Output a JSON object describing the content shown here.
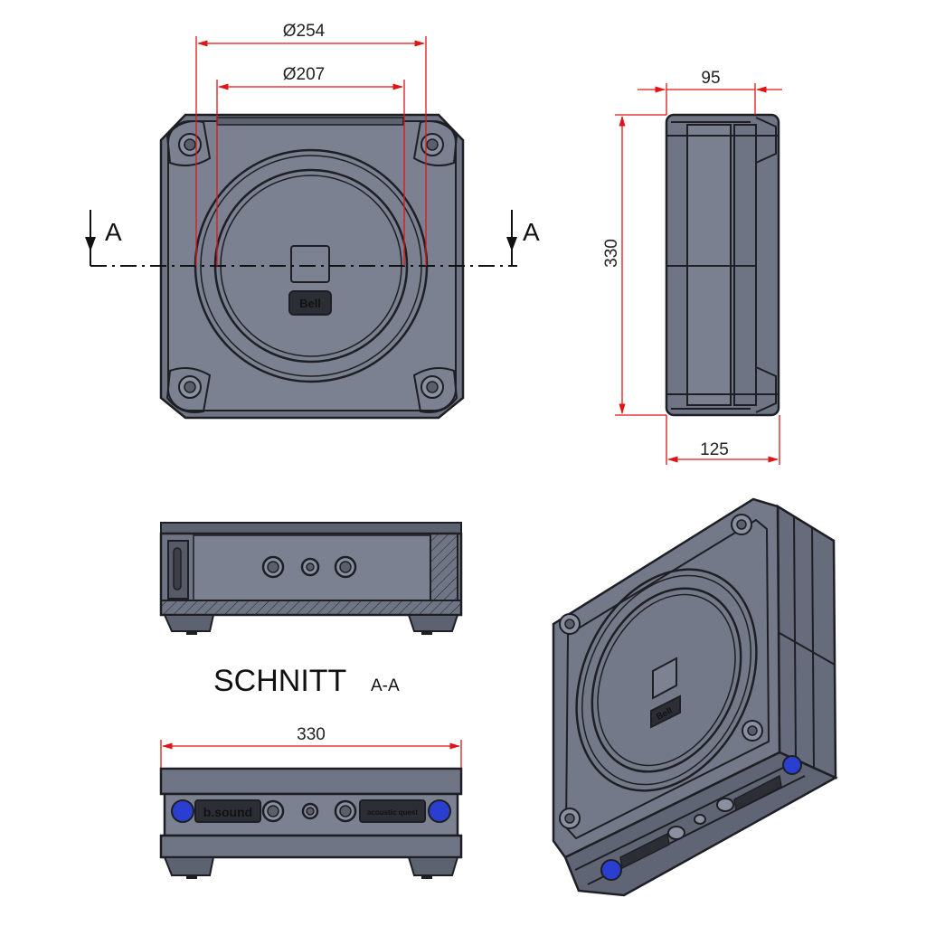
{
  "dimensions": {
    "top_outer_diameter": "Ø254",
    "top_inner_diameter": "Ø207",
    "side_depth_top": "95",
    "side_height": "330",
    "side_depth_bottom": "125",
    "front_width": "330"
  },
  "section": {
    "marker_left": "A",
    "marker_right": "A",
    "title": "SCHNITT",
    "subtitle": "A-A"
  },
  "labels": {
    "top_logo": "Bell",
    "front_badge_left": "b.sound",
    "front_badge_right": "acoustic quest",
    "iso_logo": "Bell"
  },
  "colors": {
    "dimension": "#e01414",
    "body": "#6f7584",
    "outline": "#1e1f24",
    "accent_blue": "#2a3fd0"
  }
}
